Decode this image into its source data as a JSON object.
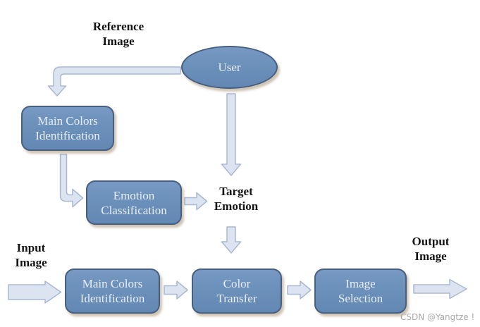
{
  "figure": {
    "background": "#ffffff",
    "labels": {
      "reference_image": "Reference\nImage",
      "target_emotion": "Target\nEmotion",
      "input_image": "Input\nImage",
      "output_image": "Output\nImage"
    },
    "nodes": {
      "user": "User",
      "main_colors_identification_top": "Main Colors\nIdentification",
      "emotion_classification": "Emotion\nClassification",
      "main_colors_identification_bottom": "Main Colors\nIdentification",
      "color_transfer": "Color\nTransfer",
      "image_selection": "Image\nSelection"
    },
    "watermark": "CSDN @Yangtze !",
    "colors": {
      "node_fill": "#6d92bc",
      "node_border": "#476080",
      "node_text": "#e9eef6",
      "arrow_fill": "#dce4f1",
      "arrow_border": "#a8b9d1",
      "label_text": "#131313",
      "watermark_text": "#a9a9a9"
    }
  }
}
